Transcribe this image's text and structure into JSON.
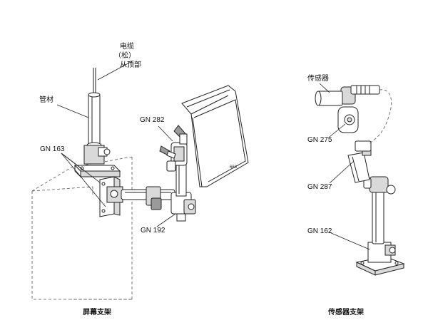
{
  "labels": {
    "cable_line1": "电缆",
    "cable_line2": "（松）",
    "cable_line3": "从顶部",
    "tube": "管材",
    "gn163": "GN 163",
    "gn282": "GN 282",
    "gn192": "GN 192",
    "sensor": "传感器",
    "gn275": "GN 275",
    "gn287": "GN 287",
    "gn162": "GN 162"
  },
  "captions": {
    "left": "屏幕支架",
    "right": "传感器支架"
  }
}
